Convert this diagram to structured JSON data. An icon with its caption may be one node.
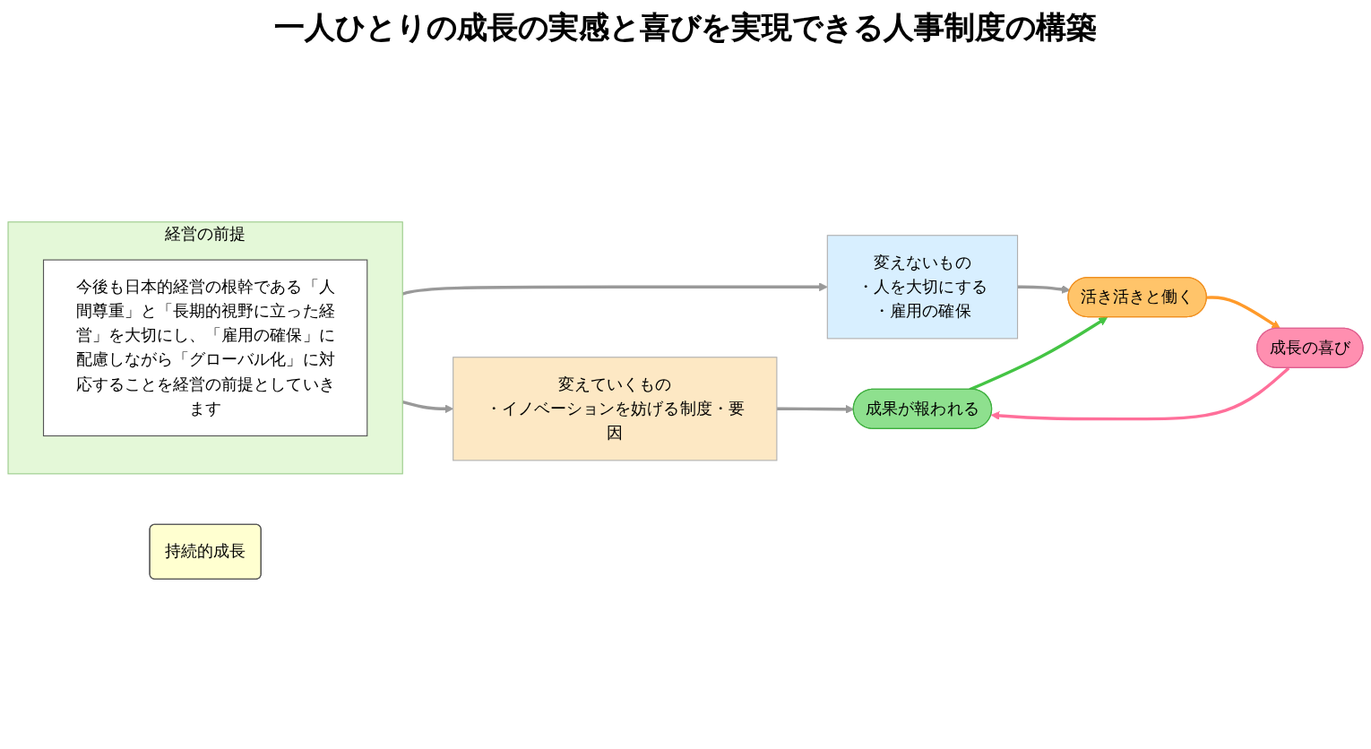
{
  "diagram": {
    "title": "一人ひとりの成長の実感と喜びを実現できる人事制度の構築",
    "nodes": [
      {
        "text": [
          "変えていくもの",
          "・イノベーションを妨げる制度・要因"
        ]
      },
      {
        "text": [
          "成長の喜び"
        ]
      },
      {
        "text": [
          "成果が報われる"
        ]
      },
      {
        "text": [
          "活き活きと働く"
        ]
      },
      {
        "text": [
          "持続的成長"
        ]
      },
      {
        "text": [
          "変えないもの",
          "・人を大切にする",
          "・雇用の確保"
        ]
      },
      {
        "text": [
          "経営の前提"
        ]
      },
      {
        "text": [
          "今後も日本的経営の根幹である「人間尊重」と「長期的視野に立った経営」を大切にし、「雇用の確保」に配慮しながら「グローバル化」に対応することを経営の前提としていきます"
        ],
        "in": 6
      }
    ],
    "edges": [
      {
        "from": 0,
        "to": 2,
        "arrow": "to"
      },
      {
        "from": 5,
        "to": 3,
        "arrow": "to"
      },
      {
        "from": 1,
        "to": 2,
        "arrow": "to",
        "color": "#ff6f9a"
      },
      {
        "from": 2,
        "to": 3,
        "arrow": "to",
        "color": "#44c444"
      },
      {
        "from": 3,
        "to": 1,
        "arrow": "to",
        "color": "#ff9a2a"
      },
      {
        "from": 6,
        "to": 0,
        "arrow": "to"
      },
      {
        "from": 6,
        "to": 5,
        "arrow": "to"
      }
    ]
  }
}
